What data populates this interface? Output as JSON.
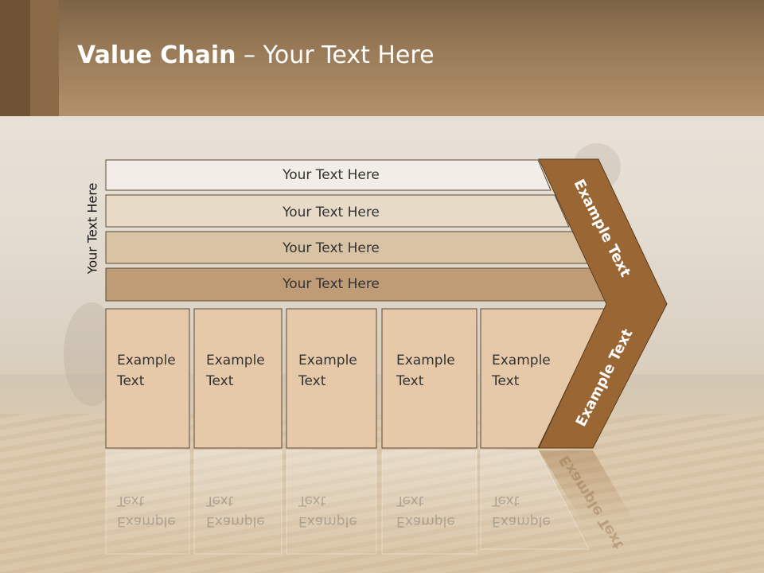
{
  "slide": {
    "title_bold": "Value Chain",
    "title_rest": " – Your Text Here",
    "vertical_label": "Your Text Here"
  },
  "bars": [
    {
      "label": "Your Text Here",
      "color": "#f2ede6"
    },
    {
      "label": "Your Text Here",
      "color": "#e7dac7"
    },
    {
      "label": "Your Text Here",
      "color": "#d9c3a5"
    },
    {
      "label": "Your Text Here",
      "color": "#bf9c75"
    }
  ],
  "boxes": [
    {
      "line1": "Example",
      "line2": "Text"
    },
    {
      "line1": "Example",
      "line2": "Text"
    },
    {
      "line1": "Example",
      "line2": "Text"
    },
    {
      "line1": "Example",
      "line2": "Text"
    },
    {
      "line1": "Example",
      "line2": "Text"
    }
  ],
  "chevron": {
    "upper_label": "Example Text",
    "lower_label": "Example Text",
    "color": "#9a6633"
  },
  "colors": {
    "box_fill": "#e6c9a8",
    "outline": "#5b4a3a",
    "header_dark": "#6f5335"
  }
}
